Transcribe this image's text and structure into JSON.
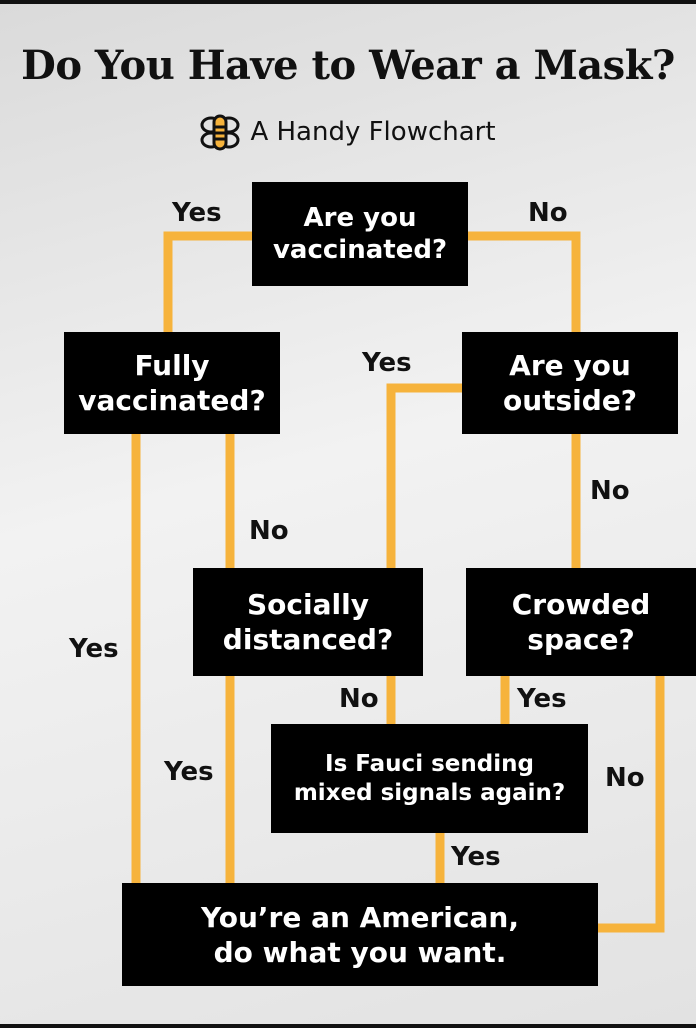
{
  "header": {
    "title": "Do You Have to Wear a Mask?",
    "subtitle": "A Handy Flowchart",
    "logo_icon": "bee-icon"
  },
  "nodes": {
    "vaccinated": "Are you vaccinated?",
    "fully": "Fully vaccinated?",
    "outside": "Are you outside?",
    "social": "Socially distanced?",
    "crowded": "Crowded space?",
    "fauci": "Is Fauci sending mixed signals again?",
    "american": "You’re an American, do what you want."
  },
  "edges": {
    "vaccinated_yes": "Yes",
    "vaccinated_no": "No",
    "outside_yes": "Yes",
    "outside_no": "No",
    "fully_no": "No",
    "fully_yes": "Yes",
    "social_yes": "Yes",
    "social_no": "No",
    "crowded_yes": "Yes",
    "crowded_no": "No",
    "fauci_yes": "Yes"
  },
  "colors": {
    "connector": "#f6b33c",
    "node_bg": "#000000",
    "node_text": "#ffffff"
  }
}
